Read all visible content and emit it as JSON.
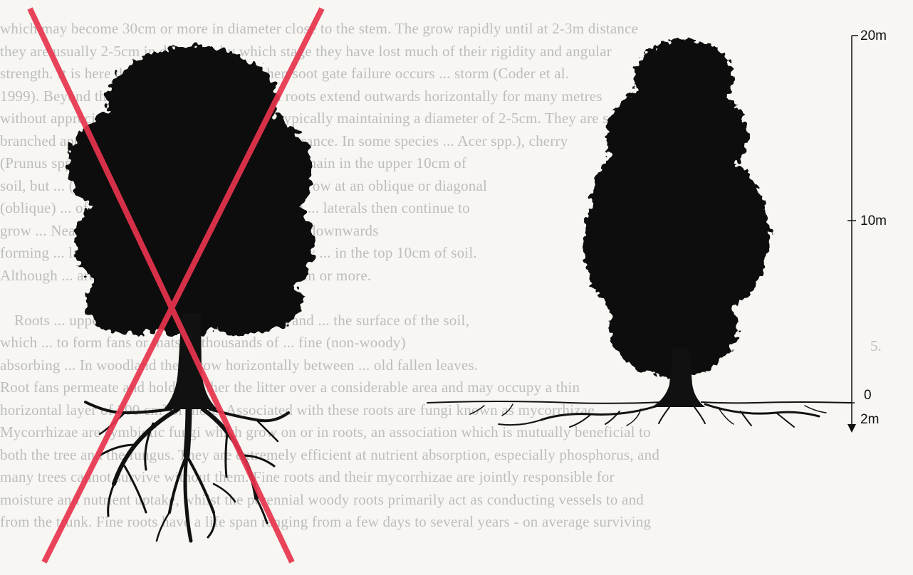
{
  "background_text": {
    "paragraph_number": "5.",
    "lines": [
      "which may become 30cm or more in diameter close to the stem. The grow rapidly until at 2-3m distance",
      "they are usually 2-5cm in diameter, by which stage they have lost much of their rigidity and angular",
      "strength. It is here that they tend to break when soot gate failure occurs ... storm (Coder et al.",
      "1999). Beyond this zone of rapid taper, lateral roots extend outwards horizontally for many metres",
      "without appreciable further decrease in size - typically maintaining a diameter of 2-5cm. They are sparsely",
      "branched and become thin and rope-like in appearance. In some species ... Acer spp.), cherry",
      "(Prunus spp.), ... some pines these roots tend to remain in the upper 10cm of",
      "soil, but ... (Betula spp.), lime (Tilia spp.) and ... grow at an oblique or diagonal",
      "(oblique) ... of 20-50cm at a distance of about 2m ... laterals then continue to",
      "grow ... Near the trunk, some branches of ... grow downwards",
      "forming ... lateral system of rope-like roots, usually ... in the top 10cm of soil.",
      "Although ... are only 5-15m long, some can be 25m or more.",
      "",
      "Roots ... upper side of laterals grow upwards and ... the surface of the soil,",
      "which ... to form fans or mats of thousands of ... fine (non-woody)",
      "absorbing ... In woodland they grow horizontally between ... old fallen leaves.",
      "Root fans permeate and hold together the litter over a considerable area and may occupy a thin",
      "horizontal layer of 300 cm³ or more. Associated with these roots are fungi known as mycorrhizae.",
      "Mycorrhizae are symbiotic fungi which grow on or in roots, an association which is mutually beneficial to",
      "both the tree and the fungus. They are extremely efficient at nutrient absorption, especially phosphorus, and",
      "many trees cannot survive without them. Fine roots and their mycorrhizae are jointly responsible for",
      "moisture and nutrient uptake, whilst the perennial woody roots primarily act as conducting vessels to and",
      "from the trunk. Fine roots have a life span ranging from a few days to several years - on average surviving"
    ]
  },
  "diagram": {
    "scale_labels": {
      "top": "20m",
      "middle": "10m",
      "ground": "0",
      "depth": "2m"
    },
    "colors": {
      "ink": "#111111",
      "cross": "#e8344e",
      "paper": "#f7f6f3"
    },
    "left_tree_label": "incorrect-deep-root-model",
    "right_tree_label": "correct-shallow-root-model"
  }
}
